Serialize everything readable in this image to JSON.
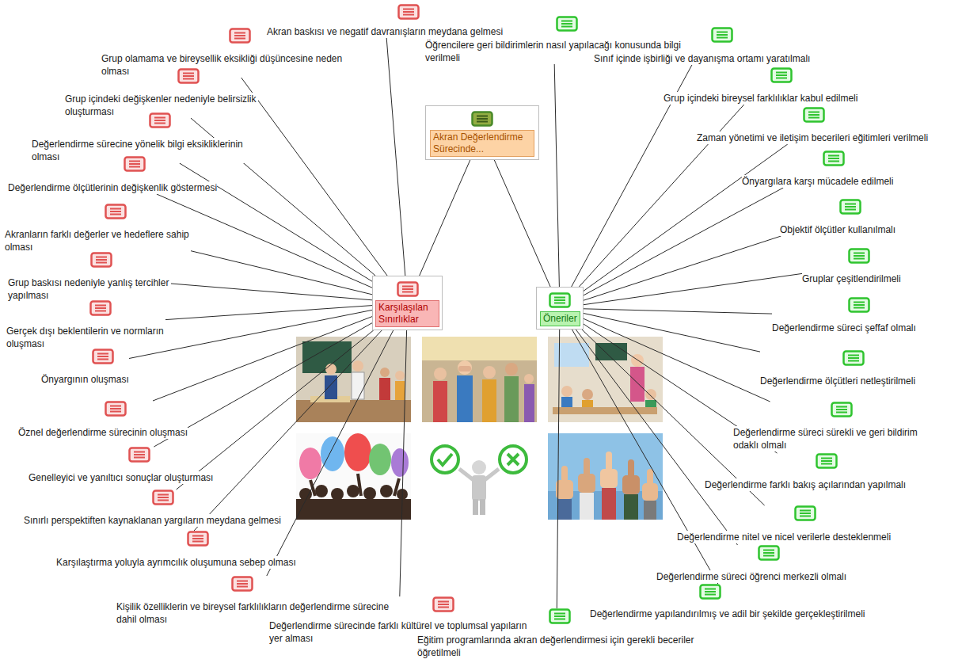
{
  "diagram": {
    "nodes": [
      {
        "text": [
          "Akran Değerlendirme Sürecinde..."
        ]
      },
      {
        "text": [
          "Karşılaşılan Sınırlıklar"
        ]
      },
      {
        "text": [
          "Öneriler"
        ]
      },
      {
        "text": [
          "Akran baskısı ve negatif davranışların meydana gelmesi"
        ]
      },
      {
        "text": [
          "Grup olamama ve bireysellik eksikliği düşüncesine neden olması"
        ]
      },
      {
        "text": [
          "Grup içindeki değişkenler nedeniyle belirsizlik oluşturması"
        ]
      },
      {
        "text": [
          "Değerlendirme sürecine yönelik bilgi eksikliklerinin olması"
        ]
      },
      {
        "text": [
          "Değerlendirme ölçütlerinin değişkenlik göstermesi"
        ]
      },
      {
        "text": [
          "Akranların farklı değerler ve hedeflere sahip olması"
        ]
      },
      {
        "text": [
          "Grup baskısı nedeniyle yanlış tercihler yapılması"
        ]
      },
      {
        "text": [
          "Gerçek dışı beklentilerin ve normların oluşması"
        ]
      },
      {
        "text": [
          "Önyargının oluşması"
        ]
      },
      {
        "text": [
          "Öznel değerlendirme sürecinin oluşması"
        ]
      },
      {
        "text": [
          "Genelleyici ve yanıltıcı sonuçlar oluşturması"
        ]
      },
      {
        "text": [
          "Sınırlı perspektiften kaynaklanan yargıların meydana gelmesi"
        ]
      },
      {
        "text": [
          "Karşılaştırma yoluyla ayrımcılık oluşumuna sebep olması"
        ]
      },
      {
        "text": [
          "Kişilik özelliklerin ve bireysel farklılıkların değerlendirme sürecine dahil olması"
        ]
      },
      {
        "text": [
          "Değerlendirme sürecinde farklı kültürel ve toplumsal yapıların yer alması"
        ]
      },
      {
        "text": [
          "Öğrencilere geri bildirimlerin nasıl yapılacağı konusunda bilgi verilmeli"
        ]
      },
      {
        "text": [
          "Sınıf içinde işbirliği ve dayanışma ortamı yaratılmalı"
        ]
      },
      {
        "text": [
          "Grup içindeki bireysel farklılıklar kabul edilmeli"
        ]
      },
      {
        "text": [
          "Zaman yönetimi ve iletişim becerileri eğitimleri verilmeli"
        ]
      },
      {
        "text": [
          "Önyargılara karşı mücadele edilmeli"
        ]
      },
      {
        "text": [
          "Objektif ölçütler kullanılmalı"
        ]
      },
      {
        "text": [
          "Gruplar çeşitlendirilmeli"
        ]
      },
      {
        "text": [
          "Değerlendirme süreci şeffaf olmalı"
        ]
      },
      {
        "text": [
          "Değerlendirme ölçütleri netleştirilmeli"
        ]
      },
      {
        "text": [
          "Değerlendirme süreci sürekli ve geri bildirim odaklı olmalı"
        ]
      },
      {
        "text": [
          "Değerlendirme farklı bakış açılarından yapılmalı"
        ]
      },
      {
        "text": [
          "Değerlendirme nitel ve nicel verilerle desteklenmeli"
        ]
      },
      {
        "text": [
          "Değerlendirme süreci öğrenci merkezli olmalı"
        ]
      },
      {
        "text": [
          "Değerlendirme yapılandırılmış ve adil bir şekilde gerçekleştirilmeli"
        ]
      },
      {
        "text": [
          "Eğitim programlarında akran değerlendirmesi için gerekli beceriler öğretilmeli"
        ]
      }
    ],
    "edges": [
      {
        "from": 0,
        "to": 1,
        "arrow": "none"
      },
      {
        "from": 0,
        "to": 2,
        "arrow": "none"
      },
      {
        "from": 1,
        "to": 3,
        "arrow": "none"
      },
      {
        "from": 1,
        "to": 4,
        "arrow": "none"
      },
      {
        "from": 1,
        "to": 5,
        "arrow": "none"
      },
      {
        "from": 1,
        "to": 6,
        "arrow": "none"
      },
      {
        "from": 1,
        "to": 7,
        "arrow": "none"
      },
      {
        "from": 1,
        "to": 8,
        "arrow": "none"
      },
      {
        "from": 1,
        "to": 9,
        "arrow": "none"
      },
      {
        "from": 1,
        "to": 10,
        "arrow": "none"
      },
      {
        "from": 1,
        "to": 11,
        "arrow": "none"
      },
      {
        "from": 1,
        "to": 12,
        "arrow": "none"
      },
      {
        "from": 1,
        "to": 13,
        "arrow": "none"
      },
      {
        "from": 1,
        "to": 14,
        "arrow": "none"
      },
      {
        "from": 1,
        "to": 15,
        "arrow": "none"
      },
      {
        "from": 1,
        "to": 16,
        "arrow": "none"
      },
      {
        "from": 1,
        "to": 17,
        "arrow": "none"
      },
      {
        "from": 2,
        "to": 18,
        "arrow": "none"
      },
      {
        "from": 2,
        "to": 19,
        "arrow": "none"
      },
      {
        "from": 2,
        "to": 20,
        "arrow": "none"
      },
      {
        "from": 2,
        "to": 21,
        "arrow": "none"
      },
      {
        "from": 2,
        "to": 22,
        "arrow": "none"
      },
      {
        "from": 2,
        "to": 23,
        "arrow": "none"
      },
      {
        "from": 2,
        "to": 24,
        "arrow": "none"
      },
      {
        "from": 2,
        "to": 25,
        "arrow": "none"
      },
      {
        "from": 2,
        "to": 26,
        "arrow": "none"
      },
      {
        "from": 2,
        "to": 27,
        "arrow": "none"
      },
      {
        "from": 2,
        "to": 28,
        "arrow": "none"
      },
      {
        "from": 2,
        "to": 29,
        "arrow": "none"
      },
      {
        "from": 2,
        "to": 30,
        "arrow": "none"
      },
      {
        "from": 2,
        "to": 31,
        "arrow": "none"
      },
      {
        "from": 2,
        "to": 32,
        "arrow": "none"
      }
    ]
  }
}
